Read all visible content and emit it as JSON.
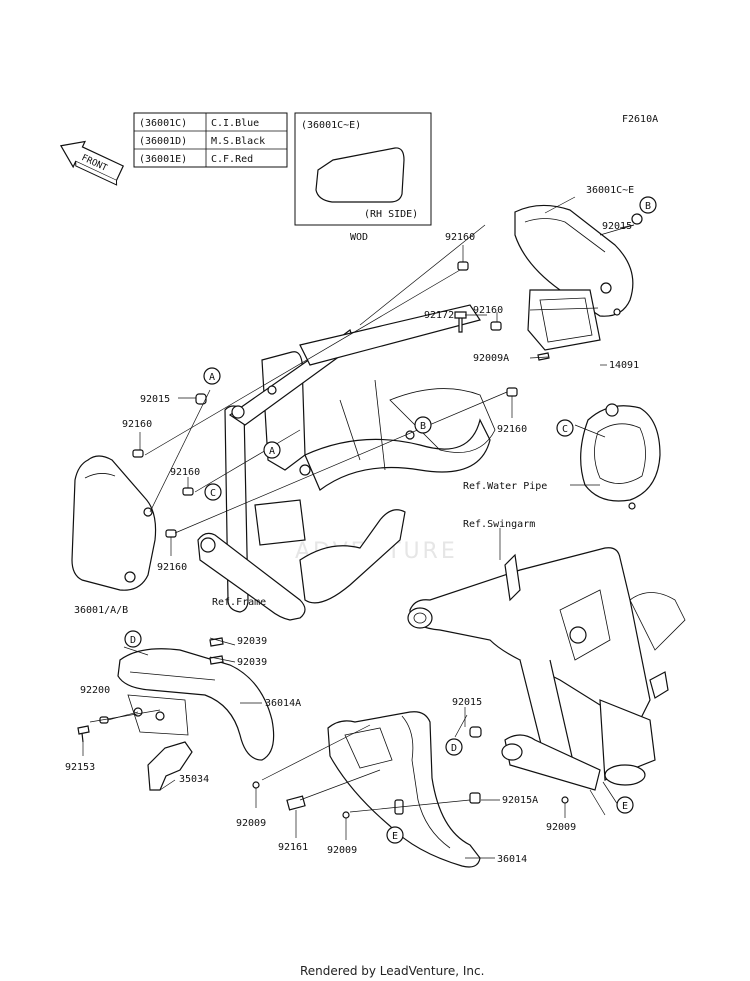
{
  "figure_code": "F2610A",
  "front_label": "FRONT",
  "color_table": [
    {
      "code": "(36001C)",
      "color": "C.I.Blue"
    },
    {
      "code": "(36001D)",
      "color": "M.S.Black"
    },
    {
      "code": "(36001E)",
      "color": "C.F.Red"
    }
  ],
  "inset": {
    "title": "(36001C~E)",
    "side": "(RH SIDE)",
    "caption": "WOD"
  },
  "watermark": "ADVENTURE",
  "footer": "Rendered by LeadVenture, Inc.",
  "labels": {
    "p36001ce": "36001C~E",
    "p92015_top": "92015",
    "p92160_top": "92160",
    "p92172": "92172",
    "p92160_mid": "92160",
    "p92009A": "92009A",
    "p14091": "14091",
    "p92160_right": "92160",
    "p92015_left": "92015",
    "p92160_left": "92160",
    "p92160_left2": "92160",
    "p92160_left3": "92160",
    "p36001ab": "36001/A/B",
    "ref_frame": "Ref.Frame",
    "ref_water": "Ref.Water Pipe",
    "ref_swing": "Ref.Swingarm",
    "p92039_a": "92039",
    "p92039_b": "92039",
    "p92200": "92200",
    "p36014A": "36014A",
    "p92153": "92153",
    "p35034": "35034",
    "p92015_mid": "92015",
    "p92015A": "92015A",
    "p92009_a": "92009",
    "p92161": "92161",
    "p92009_b": "92009",
    "p92009_c": "92009",
    "p36014": "36014"
  },
  "callouts": {
    "a": "A",
    "b": "B",
    "c": "C",
    "d": "D",
    "e": "E"
  }
}
